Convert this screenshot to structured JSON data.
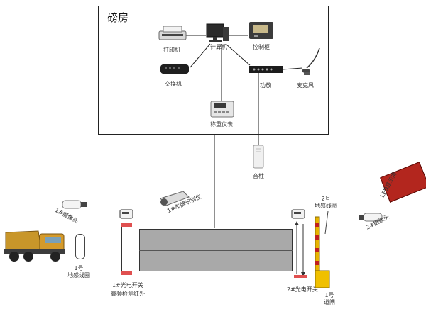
{
  "room": {
    "title": "磅房"
  },
  "devices": {
    "printer": "打印机",
    "computer": "计算机",
    "cabinet": "控制柜",
    "switch": "交换机",
    "amplifier": "功放",
    "microphone": "麦克风",
    "weighing_instrument": "称重仪表",
    "speaker": "音柱"
  },
  "field": {
    "camera1": "1#摄像头",
    "plate_camera": "1#车牌识别仪",
    "camera2": "2#摄像头",
    "led_display": "LED显示屏",
    "loop1_line1": "1号",
    "loop1_line2": "地感线圈",
    "loop2_line1": "2号",
    "loop2_line2": "地感线圈",
    "photo_switch1": "1#光电开关",
    "infrared": "高频检测红外",
    "photo_switch2": "2#光电开关",
    "barrier_line1": "1号",
    "barrier_line2": "道闸"
  },
  "colors": {
    "led_panel": "#b3261e",
    "scale_platform": "#a9a9a9",
    "barrier_stripe": "#e8b400"
  }
}
